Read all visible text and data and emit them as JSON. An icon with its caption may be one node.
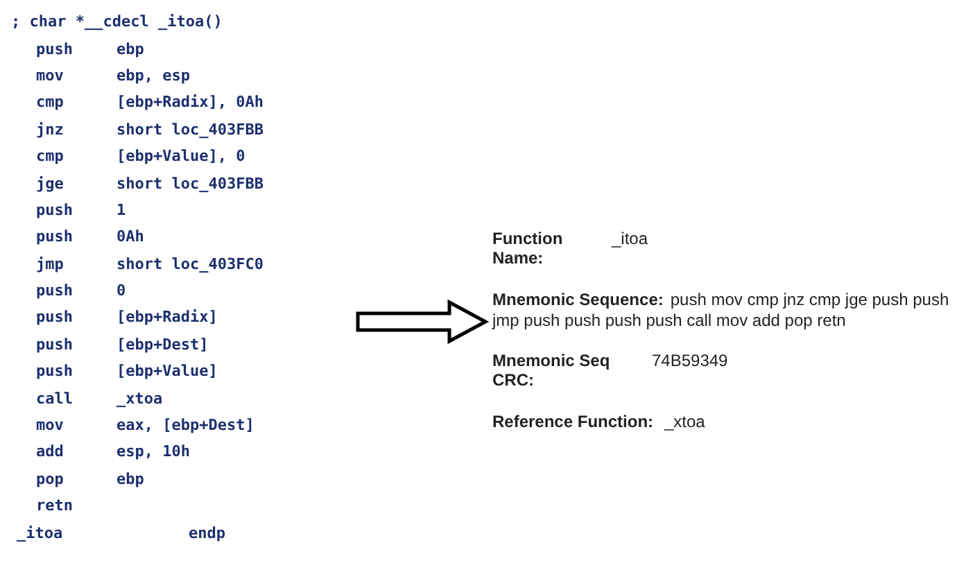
{
  "diagram": {
    "nodes": [
      {
        "text": [
          "; char *__cdecl _itoa()",
          "push ebp",
          "mov ebp, esp",
          "cmp [ebp+Radix], 0Ah",
          "jnz short loc_403FBB",
          "cmp [ebp+Value], 0",
          "jge short loc_403FBB",
          "push 1",
          "push 0Ah",
          "jmp short loc_403FC0",
          "push 0",
          "push [ebp+Radix]",
          "push [ebp+Dest]",
          "push [ebp+Value]",
          "call _xtoa",
          "mov eax, [ebp+Dest]",
          "add esp, 10h",
          "pop ebp",
          "retn",
          "_itoa endp"
        ]
      },
      {
        "text": [
          "Function Name:",
          "_itoa",
          "Mnemonic Sequence:",
          "push mov cmp jnz cmp jge push push jmp push push push push call mov add pop retn",
          "Mnemonic Seq CRC:",
          "74B59349",
          "Reference Function:",
          "_xtoa"
        ]
      }
    ],
    "edges": [
      {
        "from": 0,
        "to": 1,
        "arrow": "to"
      }
    ]
  }
}
